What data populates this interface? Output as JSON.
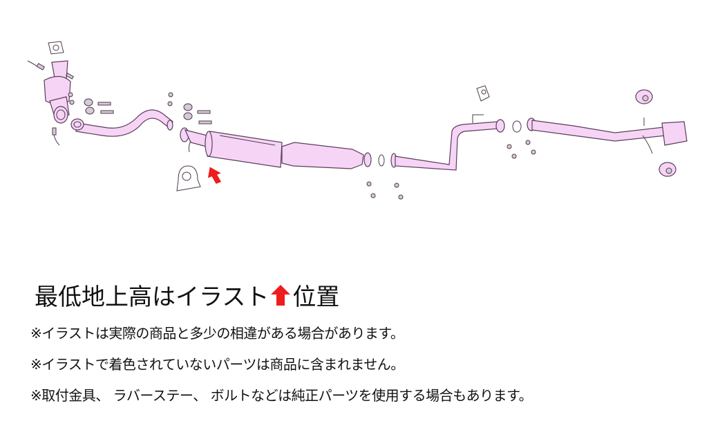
{
  "diagram": {
    "title": "Exhaust system exploded view",
    "colors": {
      "part_fill": "#f6d4f6",
      "part_stroke": "#5a3d5a",
      "hardware_fill": "#c9b8c9",
      "arrow": "#ee1c1c",
      "background": "#ffffff"
    },
    "components": [
      {
        "name": "catalytic-converter-front",
        "colored": true
      },
      {
        "name": "front-pipe",
        "colored": true
      },
      {
        "name": "center-muffler",
        "colored": true
      },
      {
        "name": "resonator",
        "colored": true
      },
      {
        "name": "center-pipe",
        "colored": true
      },
      {
        "name": "rear-pipe-with-tail",
        "colored": true
      },
      {
        "name": "gaskets",
        "colored": false
      },
      {
        "name": "bolts-and-nuts",
        "colored": false
      },
      {
        "name": "springs",
        "colored": false
      },
      {
        "name": "rubber-hangers",
        "colored": false
      },
      {
        "name": "o2-sensors",
        "colored": false
      },
      {
        "name": "hanger-bracket",
        "colored": false
      }
    ],
    "ground_clearance_marker": {
      "icon": "red-up-arrow",
      "position": "front of center muffler"
    }
  },
  "captions": {
    "title_before": "最低地上高はイラスト",
    "title_after": "位置",
    "notes": [
      "※イラストは実際の商品と多少の相違がある場合があります。",
      "※イラストで着色されていないパーツは商品に含まれません。",
      "※取付金具、 ラバーステー、 ボルトなどは純正パーツを使用する場合もあります。"
    ]
  }
}
